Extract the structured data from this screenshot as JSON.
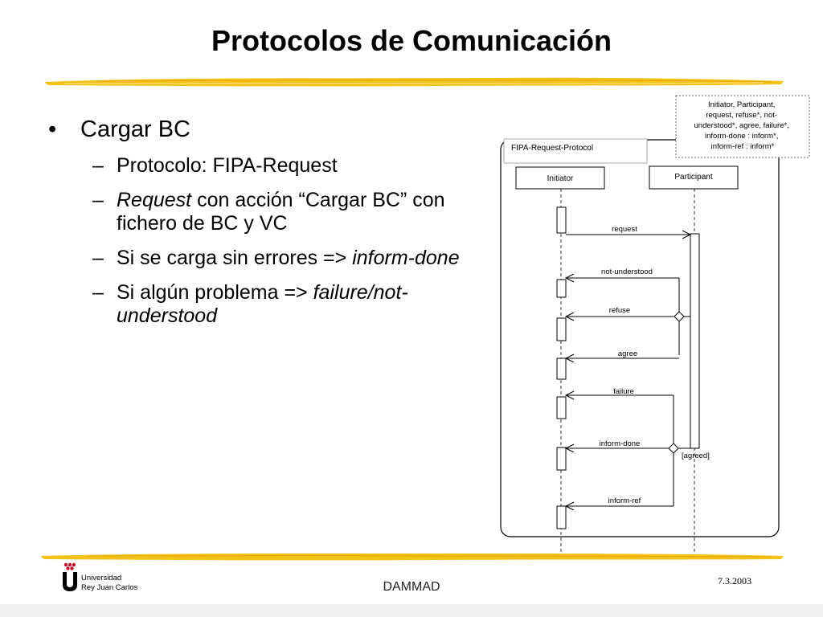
{
  "title": "Protocolos de Comunicación",
  "bullets": {
    "main": "Cargar BC",
    "sub1": "Protocolo: FIPA-Request",
    "sub2_em": "Request",
    "sub2_rest": " con acción “Cargar BC” con fichero de BC y VC",
    "sub3_text": "Si se carga sin errores => ",
    "sub3_em": "inform-done",
    "sub4_text": "Si algún problema => ",
    "sub4_em": "failure/not-understood"
  },
  "diagram": {
    "protocol_name": "FIPA-Request-Protocol",
    "note_lines": [
      "Initiator, Participant,",
      "request, refuse*, not-",
      "understood*, agree, failure*,",
      "inform-done : inform*,",
      "inform-ref : inform*"
    ],
    "initiator": "Initiator",
    "participant": "Participant",
    "messages": {
      "request": "request",
      "not_understood": "not-understood",
      "refuse": "refuse",
      "agree": "agree",
      "failure": "failure",
      "inform_done": "inform-done",
      "inform_ref": "inform-ref"
    },
    "guard": "[agreed]"
  },
  "footer": {
    "logo_line1": "Universidad",
    "logo_line2": "Rey Juan Carlos",
    "center": "DAMMAD",
    "date": "7.3.2003"
  },
  "colors": {
    "brush": "#f2c21a",
    "logo_red": "#c8102e"
  }
}
